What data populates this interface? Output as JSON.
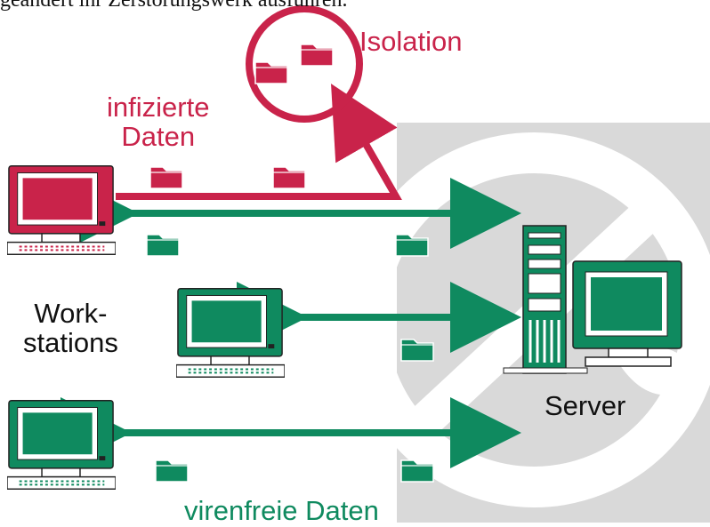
{
  "header_text": "geändert ihr Zerstörungswerk ausführen.",
  "labels": {
    "isolation": "Isolation",
    "infected_line1": "infizierte",
    "infected_line2": "Daten",
    "workstations_line1": "Work-",
    "workstations_line2": "stations",
    "server": "Server",
    "clean_data": "virenfreie Daten"
  },
  "colors": {
    "infected_red": "#c9234a",
    "clean_green": "#0f8a5f",
    "background_panel": "#d9d9d9",
    "watermark": "#ffffff",
    "text": "#111111"
  },
  "icons": [
    "workstation-icon",
    "server-icon",
    "folder-icon",
    "arrow-icon",
    "magnifier-icon"
  ]
}
